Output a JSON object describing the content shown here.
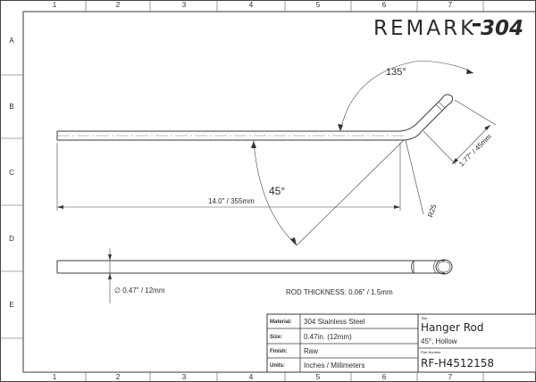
{
  "brand": {
    "text_left": "REMARK",
    "text_right": "304"
  },
  "grid": {
    "columns": [
      "1",
      "2",
      "3",
      "4",
      "5",
      "6",
      "7"
    ],
    "rows": [
      "A",
      "B",
      "C",
      "D",
      "E"
    ]
  },
  "dimensions": {
    "angle_top": "135°",
    "angle_bend": "45°",
    "length": "14.0\" / 355mm",
    "end_length": "1.77\" / 45mm",
    "radius": "R25",
    "diameter": "∅ 0.47\" / 12mm",
    "rod_thickness": "ROD THICKNESS: 0.06\" / 1.5mm"
  },
  "title_block": {
    "rows": [
      {
        "label": "Material:",
        "value": "304 Stainless Steel"
      },
      {
        "label": "Size:",
        "value": "0.47in. (12mm)"
      },
      {
        "label": "Finish:",
        "value": "Raw"
      },
      {
        "label": "Units:",
        "value": "Inches / Millimeters"
      }
    ],
    "title_caption": "Title",
    "title": "Hanger Rod",
    "subtitle": "45°, Hollow",
    "part_caption": "Part Number",
    "part_number": "RF-H4512158"
  }
}
